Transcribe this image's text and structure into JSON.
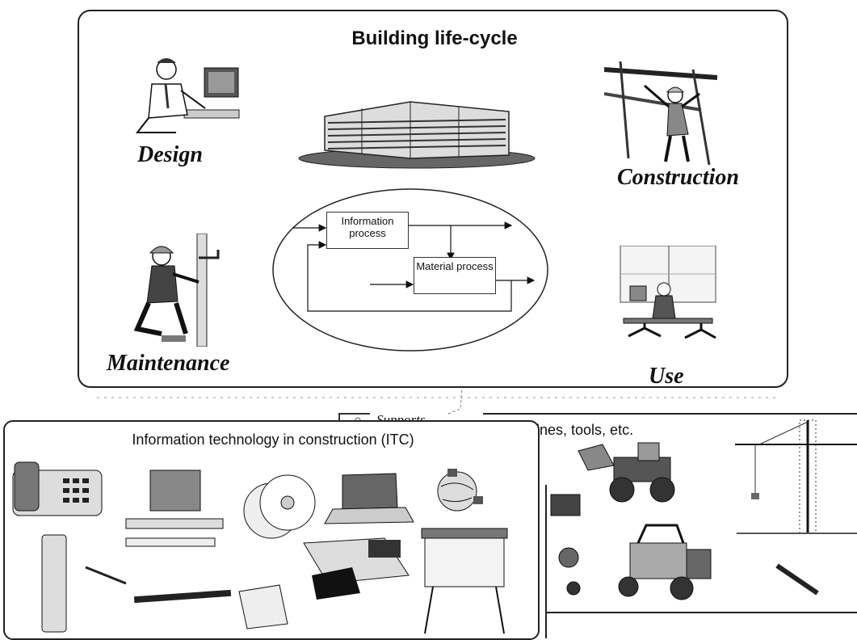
{
  "lifecycle": {
    "title": "Building life-cycle",
    "phases": {
      "design": "Design",
      "construction": "Construction",
      "maintenance": "Maintenance",
      "use": "Use"
    },
    "process": {
      "information": "Information process",
      "material": "Material process"
    }
  },
  "supports": "Supports",
  "itc": {
    "title": "Information technology in construction (ITC)"
  },
  "machines": {
    "title": "Machines, tools, etc."
  }
}
